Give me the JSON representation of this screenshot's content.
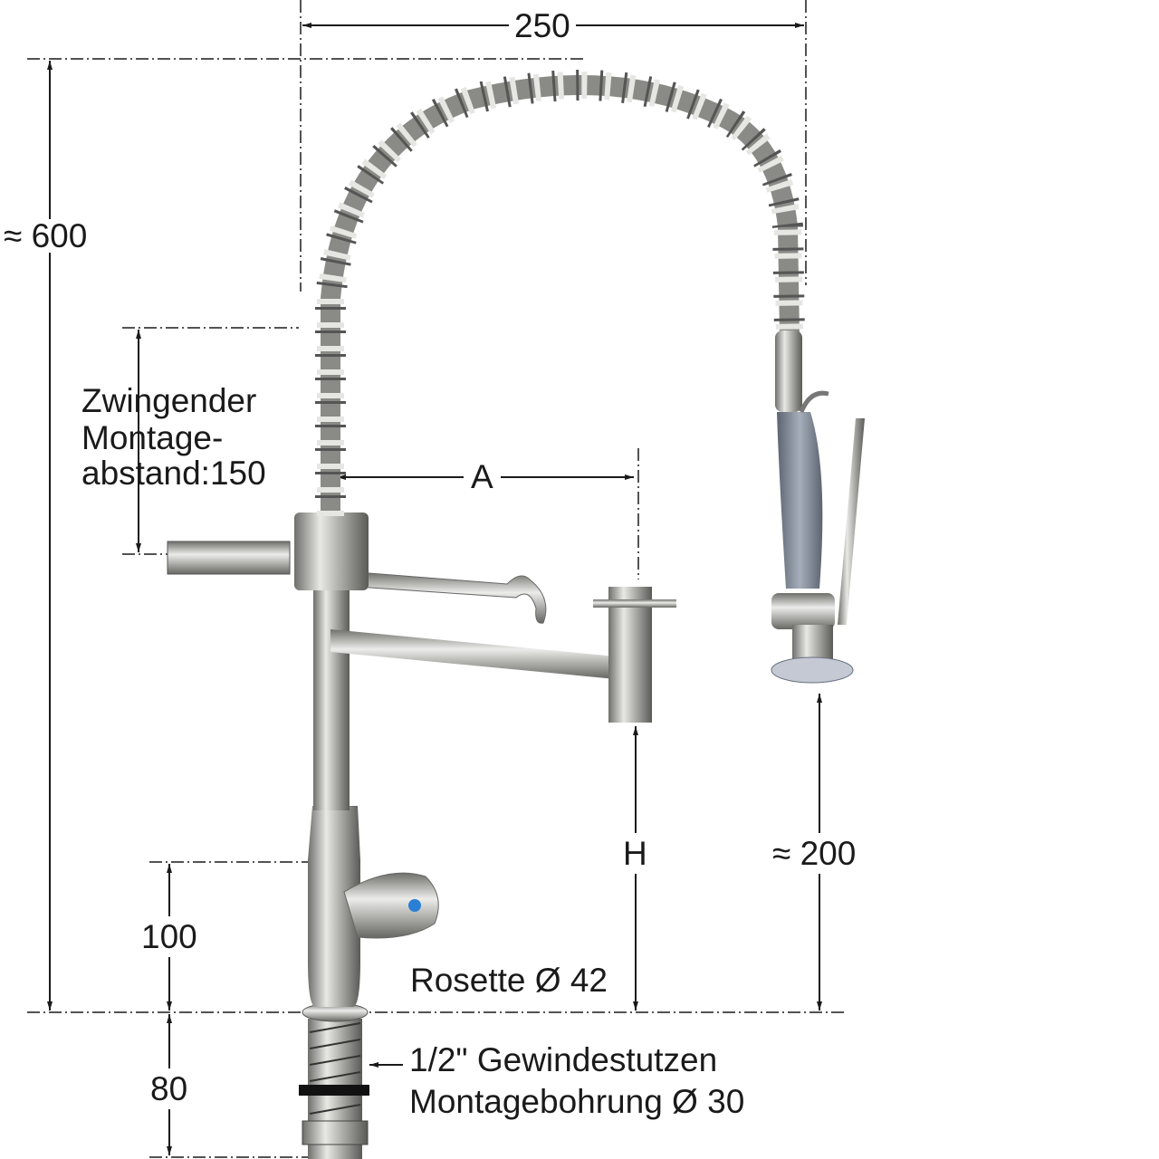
{
  "dimensions": {
    "width_top": "250",
    "height_total": "≈ 600",
    "mounting_distance": [
      "Zwingender",
      "Montage-",
      "abstand:150"
    ],
    "distance_a": "A",
    "height_h": "H",
    "spray_height": "≈ 200",
    "valve_height": "100",
    "shank_length": "80"
  },
  "annotations": {
    "rosette": "Rosette Ø 42",
    "thread": "1/2\" Gewindestutzen",
    "drill_hole": "Montagebohrung Ø 30"
  },
  "colors": {
    "line": "#1a1a1a",
    "steel": "#b8b8b4",
    "grip": "#8a94a4",
    "handle_dot": "#2a7fd4"
  }
}
